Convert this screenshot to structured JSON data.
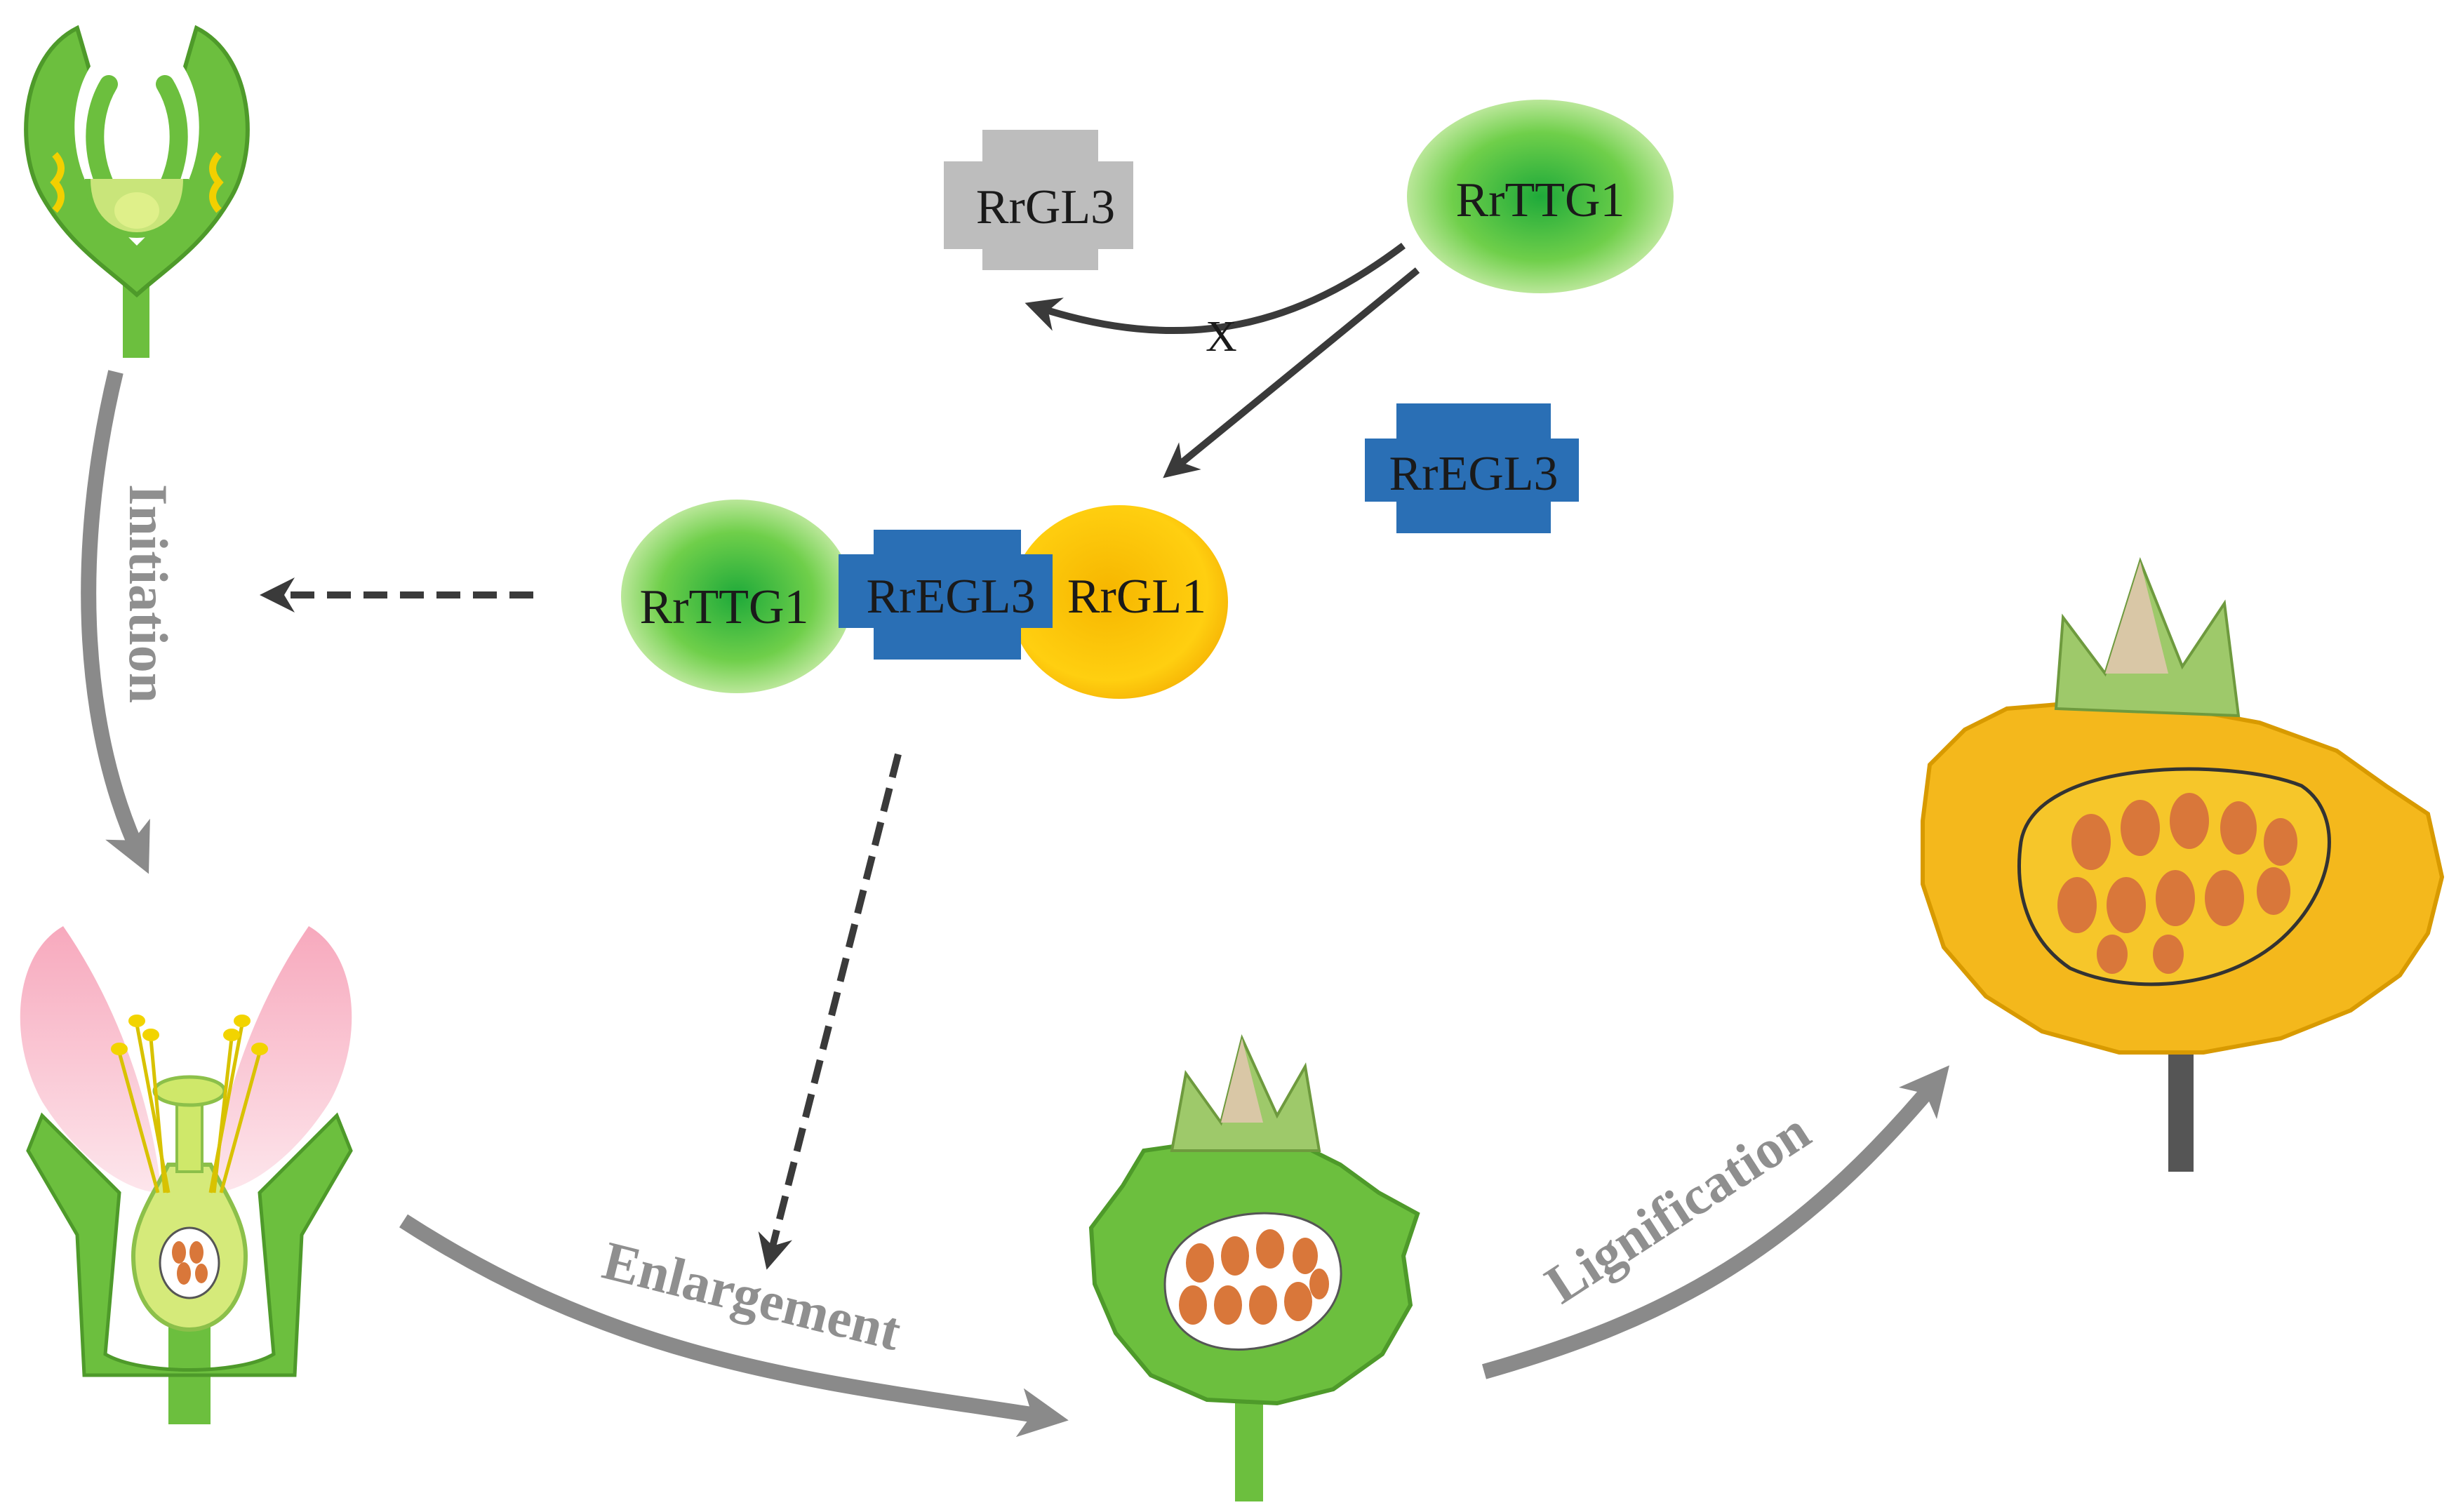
{
  "proteins": {
    "rrgl3_inactive": "RrGL3",
    "rrttg1_top": "RrTTG1",
    "rregl3_free": "RrEGL3",
    "complex_ttg1": "RrTTG1",
    "complex_egl3": "RrEGL3",
    "complex_gl1": "RrGL1"
  },
  "blocked_marker": "X",
  "stages": {
    "initiation": "Initiation",
    "enlargement": "Enlargement",
    "lignification": "Lignification"
  },
  "colors": {
    "ttg1_green": "#5cc43a",
    "egl3_blue": "#2a6fb5",
    "gl1_yellow": "#f5b800",
    "gl3_gray": "#bdbdbd",
    "arrow_dark": "#3a3a3a",
    "stage_arrow_gray": "#8a8a8a",
    "plant_green": "#6cbf3e",
    "fruit_orange": "#f4b81c",
    "seed_orange": "#d9773a"
  }
}
